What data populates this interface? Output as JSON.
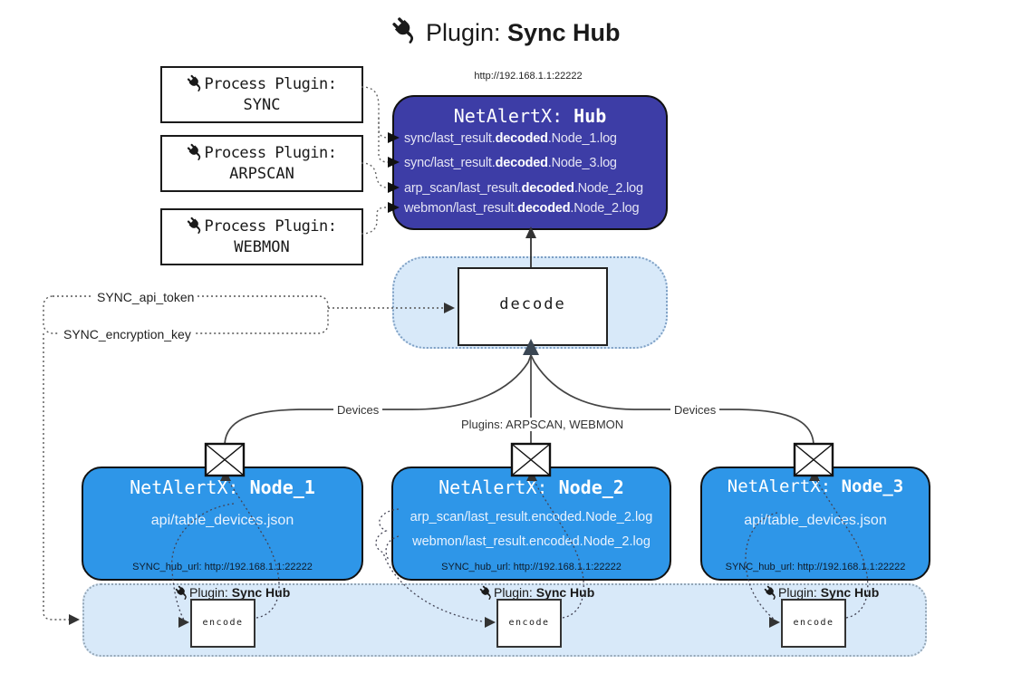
{
  "title": {
    "prefix": "Plugin: ",
    "name": "Sync Hub"
  },
  "process_plugins": {
    "label": "Process Plugin:",
    "items": [
      {
        "name": "SYNC"
      },
      {
        "name": "ARPSCAN"
      },
      {
        "name": "WEBMON"
      }
    ]
  },
  "hub": {
    "url": "http://192.168.1.1:22222",
    "title_prefix": "NetAlertX: ",
    "title_name": "Hub",
    "entries": [
      {
        "pre": "sync/last_result.",
        "bold": "decoded",
        "post": ".Node_1.log"
      },
      {
        "pre": "sync/last_result.",
        "bold": "decoded",
        "post": ".Node_3.log"
      },
      {
        "pre": "arp_scan/last_result.",
        "bold": "decoded",
        "post": ".Node_2.log"
      },
      {
        "pre": "webmon/last_result.",
        "bold": "decoded",
        "post": ".Node_2.log"
      }
    ]
  },
  "decode_label": "decode",
  "config_labels": {
    "api_token": "SYNC_api_token",
    "encryption_key": "SYNC_encryption_key"
  },
  "flow_labels": {
    "devices_left": "Devices",
    "plugins_mid": "Plugins: ARPSCAN, WEBMON",
    "devices_right": "Devices"
  },
  "nodes": [
    {
      "title_prefix": "NetAlertX: ",
      "title_name": "Node_1",
      "lines": [
        "api/table_devices.json"
      ],
      "hub_url": "SYNC_hub_url: http://192.168.1.1:22222"
    },
    {
      "title_prefix": "NetAlertX: ",
      "title_name": "Node_2",
      "lines": [
        "arp_scan/last_result.encoded.Node_2.log",
        "webmon/last_result.encoded.Node_2.log"
      ],
      "hub_url": "SYNC_hub_url: http://192.168.1.1:22222"
    },
    {
      "title_prefix": "NetAlertX: ",
      "title_name": "Node_3",
      "lines": [
        "api/table_devices.json"
      ],
      "hub_url": "SYNC_hub_url: http://192.168.1.1:22222"
    }
  ],
  "encode_sections": {
    "label_prefix": "Plugin: ",
    "label_name": "Sync Hub",
    "box_label": "encode"
  },
  "colors": {
    "hub_bg": "#3d3da6",
    "node_bg": "#2e96e8",
    "panel_bg": "#d8e9f9",
    "line": "#444444"
  }
}
